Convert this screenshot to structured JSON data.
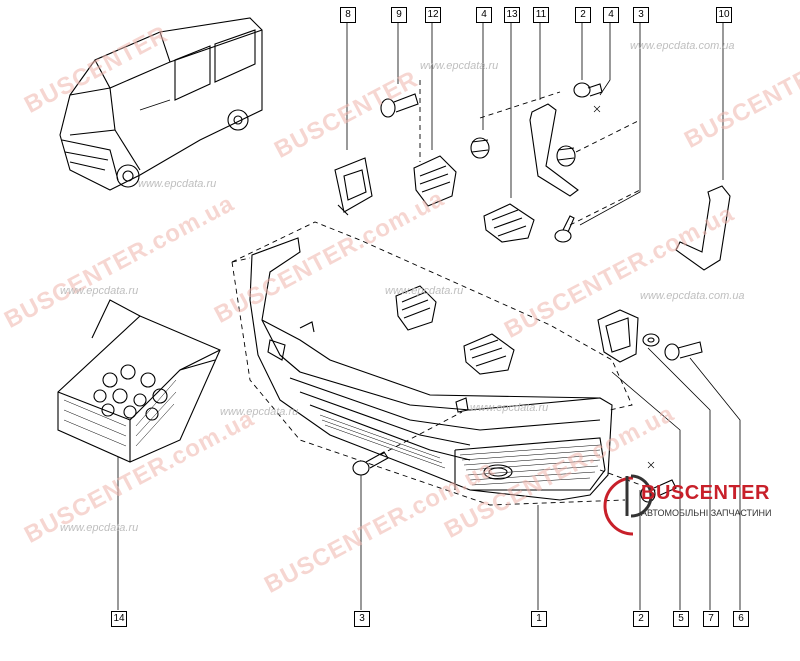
{
  "watermarks": {
    "brand": "BUSCENTER",
    "domain": "BUSCENTER.com.ua",
    "url_ru": "www.epcdata.ru",
    "url_ua": "www.epcdata.com.ua"
  },
  "callouts": {
    "c8": "8",
    "c9": "9",
    "c12": "12",
    "c4a": "4",
    "c13": "13",
    "c11": "11",
    "c2a": "2",
    "c4b": "4",
    "c3a": "3",
    "c10": "10",
    "c14": "14",
    "c3b": "3",
    "c1": "1",
    "c2b": "2",
    "c5": "5",
    "c7": "7",
    "c6": "6"
  },
  "logo": {
    "title": "BUSCENTER",
    "subtitle": "АВТОМОБІЛЬНІ ЗАПЧАСТИНИ",
    "accent_color": "#c8202a"
  },
  "icons": [
    "van-illustration",
    "bumper-drawing",
    "parts-box-drawing",
    "clip-icon",
    "bolt-icon",
    "bracket-icon"
  ]
}
